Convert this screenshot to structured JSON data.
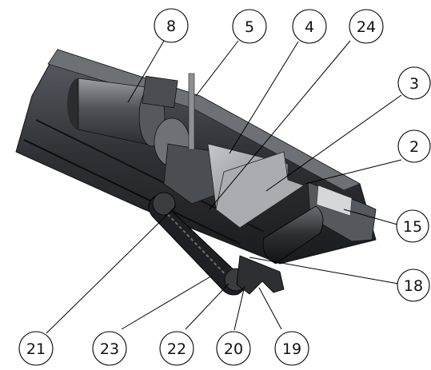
{
  "callouts": [
    {
      "id": "c8",
      "label": "8"
    },
    {
      "id": "c5",
      "label": "5"
    },
    {
      "id": "c4",
      "label": "4"
    },
    {
      "id": "c24",
      "label": "24"
    },
    {
      "id": "c3",
      "label": "3"
    },
    {
      "id": "c2",
      "label": "2"
    },
    {
      "id": "c15",
      "label": "15"
    },
    {
      "id": "c18",
      "label": "18"
    },
    {
      "id": "c21",
      "label": "21"
    },
    {
      "id": "c23",
      "label": "23"
    },
    {
      "id": "c22",
      "label": "22"
    },
    {
      "id": "c20",
      "label": "20"
    },
    {
      "id": "c19",
      "label": "19"
    }
  ],
  "colors": {
    "rail": "#3a3d42",
    "rail_dark": "#1f2125",
    "metal": "#8b8f95",
    "metal_light": "#b9bcc0",
    "chain": "#2a2a2a",
    "line": "#000000"
  }
}
